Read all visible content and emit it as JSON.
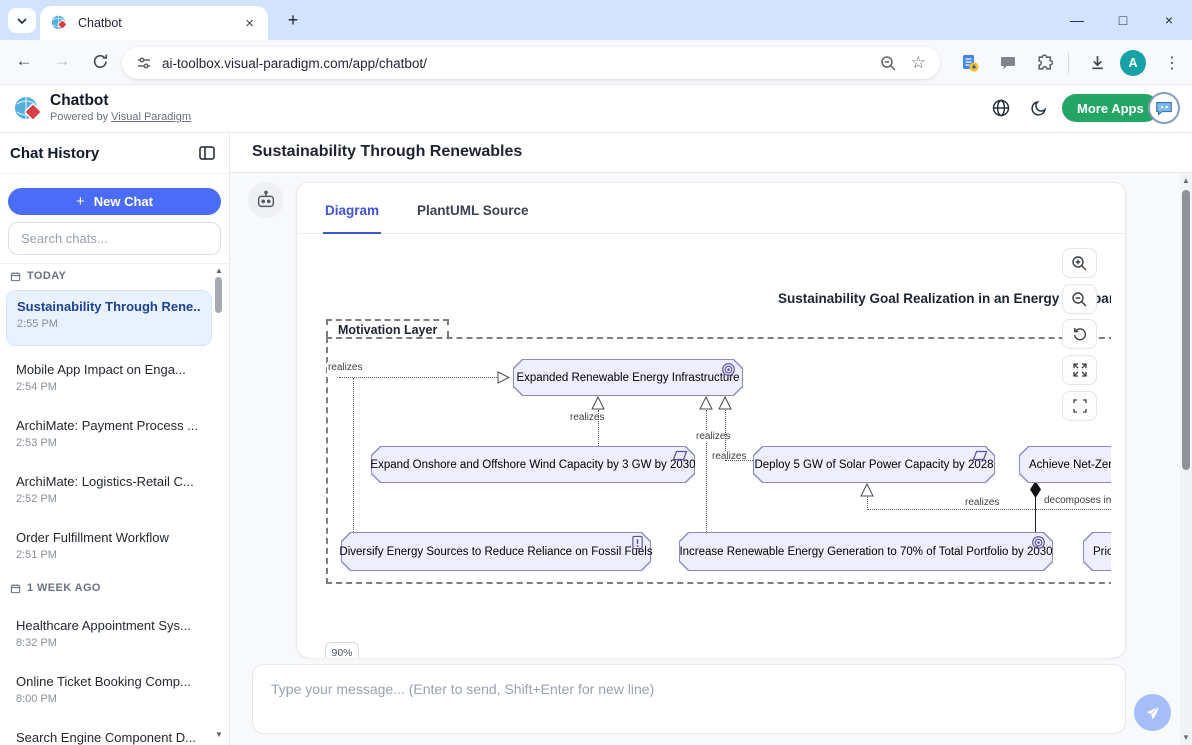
{
  "browser": {
    "tab_title": "Chatbot",
    "url": "ai-toolbox.visual-paradigm.com/app/chatbot/"
  },
  "app_header": {
    "title": "Chatbot",
    "powered_by_prefix": "Powered by",
    "powered_by_link": "Visual Paradigm",
    "more_apps_label": "More Apps",
    "avatar_letter": "A"
  },
  "sidebar": {
    "title": "Chat History",
    "new_chat_label": "New Chat",
    "search_placeholder": "Search chats...",
    "sections": [
      {
        "label": "TODAY",
        "items": [
          {
            "title": "Sustainability Through Rene...",
            "time": "2:55 PM"
          },
          {
            "title": "Mobile App Impact on Enga...",
            "time": "2:54 PM"
          },
          {
            "title": "ArchiMate: Payment Process ...",
            "time": "2:53 PM"
          },
          {
            "title": "ArchiMate: Logistics-Retail C...",
            "time": "2:52 PM"
          },
          {
            "title": "Order Fulfillment Workflow",
            "time": "2:51 PM"
          }
        ]
      },
      {
        "label": "1 WEEK AGO",
        "items": [
          {
            "title": "Healthcare Appointment Sys...",
            "time": "8:32 PM"
          },
          {
            "title": "Online Ticket Booking Comp...",
            "time": "8:00 PM"
          },
          {
            "title": "Search Engine Component D...",
            "time": ""
          }
        ]
      }
    ]
  },
  "main": {
    "chat_title": "Sustainability Through Renewables",
    "tabs": [
      {
        "label": "Diagram"
      },
      {
        "label": "PlantUML Source"
      }
    ],
    "active_tab": "Diagram",
    "zoom_level": "90%",
    "input_placeholder": "Type your message... (Enter to send, Shift+Enter for new line)"
  },
  "diagram": {
    "title": "Sustainability Goal Realization in an Energy Company",
    "layer_label": "Motivation Layer",
    "nodes": [
      {
        "label": "Expanded Renewable Energy Infrastructure",
        "type": "goal"
      },
      {
        "label": "Expand Onshore and Offshore Wind Capacity by 3 GW by 2030",
        "type": "requirement"
      },
      {
        "label": "Deploy 5 GW of Solar Power Capacity by 2028",
        "type": "requirement"
      },
      {
        "label": "Achieve Net-Zero",
        "type": "goal"
      },
      {
        "label": "Diversify Energy Sources to Reduce Reliance on Fossil Fuels",
        "type": "principle"
      },
      {
        "label": "Increase Renewable Energy Generation to 70% of Total Portfolio by 2030",
        "type": "goal"
      },
      {
        "label": "Prior",
        "type": "goal"
      }
    ],
    "edge_labels": {
      "realizes": "realizes",
      "decomposes": "decomposes into"
    }
  },
  "icons": {
    "win_min": "—",
    "win_max": "□",
    "win_close": "×",
    "tab_close": "×",
    "new_tab": "+",
    "nav_back": "←",
    "nav_forward": "→",
    "bookmark_star": "☆",
    "menu_kebab": "⋮",
    "scroll_up": "▲",
    "scroll_down": "▼",
    "new_chat_plus": "+"
  },
  "colors": {
    "tabstrip_bg": "#d3e3fd",
    "accent_blue": "#4a6cf7",
    "tab_active_blue": "#4154d8",
    "more_apps_green": "#23a565",
    "selected_chat_bg": "#e8f1fd",
    "node_fill": "#eeeeff",
    "node_border": "#8b8bc0",
    "avatar_teal": "#17a2a6",
    "send_button_blue": "#a6bdf8"
  }
}
